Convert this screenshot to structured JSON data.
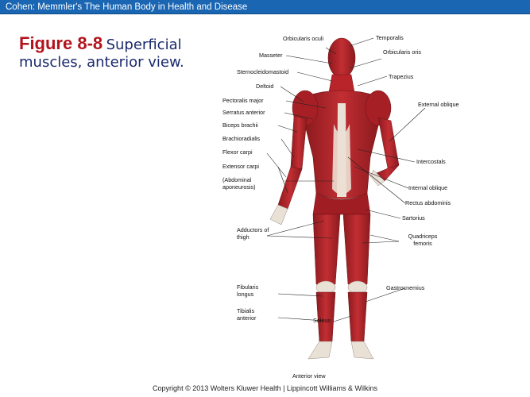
{
  "header": {
    "text": "Cohen: Memmler's The Human Body in Health and Disease"
  },
  "title": {
    "figure_number": "Figure 8-8",
    "caption": "Superficial muscles, anterior view."
  },
  "diagram": {
    "view_label": "Anterior view",
    "labels": {
      "orbicularis_oculi": "Orbicularis oculi",
      "temporalis": "Temporalis",
      "masseter": "Masseter",
      "orbicularis_oris": "Orbicularis oris",
      "sternocleidomastoid": "Sternocleidomastoid",
      "trapezius": "Trapezius",
      "deltoid": "Deltoid",
      "pectoralis_major": "Pectoralis major",
      "external_oblique": "External oblique",
      "serratus_anterior": "Serratus anterior",
      "biceps_brachii": "Biceps brachii",
      "brachioradialis": "Brachioradialis",
      "flexor_carpi": "Flexor carpi",
      "intercostals": "Intercostals",
      "extensor_carpi": "Extensor carpi",
      "abdominal_aponeurosis": "(Abdominal aponeurosis)",
      "internal_oblique": "Internal oblique",
      "rectus_abdominis": "Rectus abdominis",
      "sartorius": "Sartorius",
      "adductors_of_thigh": "Adductors of thigh",
      "quadriceps_femoris": "Quadriceps femoris",
      "fibularis_longus": "Fibularis longus",
      "gastrocnemius": "Gastrocnemius",
      "tibialis_anterior": "Tibialis anterior",
      "soleus": "Soleus"
    }
  },
  "footer": {
    "copyright": "Copyright © 2013 Wolters Kluwer Health | Lippincott Williams & Wilkins"
  },
  "colors": {
    "header_bar": "#1a66b3",
    "figure_number": "#b3121b",
    "caption": "#1a2a6c",
    "muscle": "#b8242a",
    "muscle_dark": "#8c1a1e",
    "tendon": "#e9e0d6"
  }
}
